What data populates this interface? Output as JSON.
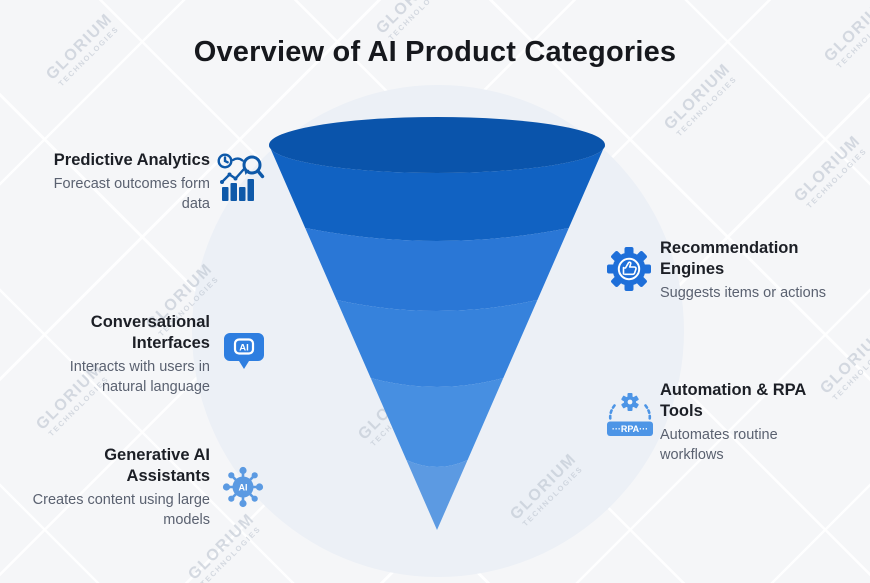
{
  "title": "Overview of AI Product Categories",
  "watermark": {
    "line1": "GLORIUM",
    "line2": "TECHNOLOGIES"
  },
  "colors": {
    "background": "#f5f6f8",
    "halo": "#ecf0f6",
    "heading_text": "#1c1f26",
    "description_text": "#5a6170",
    "icon_analytics": "#0e59a9",
    "icon_chat": "#2e7ee0",
    "icon_generative": "#5b9ae2",
    "icon_gear": "#1e6fd9",
    "icon_rpa": "#4d95e6",
    "icon_label_text": "#ffffff"
  },
  "funnel": {
    "type": "funnel-cone",
    "segments": [
      {
        "name": "top-ellipse",
        "color": "#0a54ab"
      },
      {
        "name": "level-1",
        "color": "#1162c2"
      },
      {
        "name": "level-2",
        "color": "#2a77d6"
      },
      {
        "name": "level-3",
        "color": "#3682dc"
      },
      {
        "name": "level-4",
        "color": "#478fe1"
      },
      {
        "name": "level-5",
        "color": "#5c9ae2"
      }
    ]
  },
  "items": {
    "left": [
      {
        "heading": "Predictive Analytics",
        "description": "Forecast outcomes form data",
        "icon": "analytics-search-icon"
      },
      {
        "heading": "Conversational Interfaces",
        "description": "Interacts with users in natural language",
        "icon": "ai-chat-bubble-icon"
      },
      {
        "heading": "Generative AI Assistants",
        "description": "Creates content using large models",
        "icon": "ai-network-icon"
      }
    ],
    "right": [
      {
        "heading": "Recommendation Engines",
        "description": "Suggests items or actions",
        "icon": "gear-thumbs-up-icon"
      },
      {
        "heading": "Automation & RPA Tools",
        "description": "Automates routine workflows",
        "icon": "rpa-robot-icon"
      }
    ]
  },
  "icon_labels": {
    "ai": "AI",
    "rpa": "···RPA···"
  }
}
